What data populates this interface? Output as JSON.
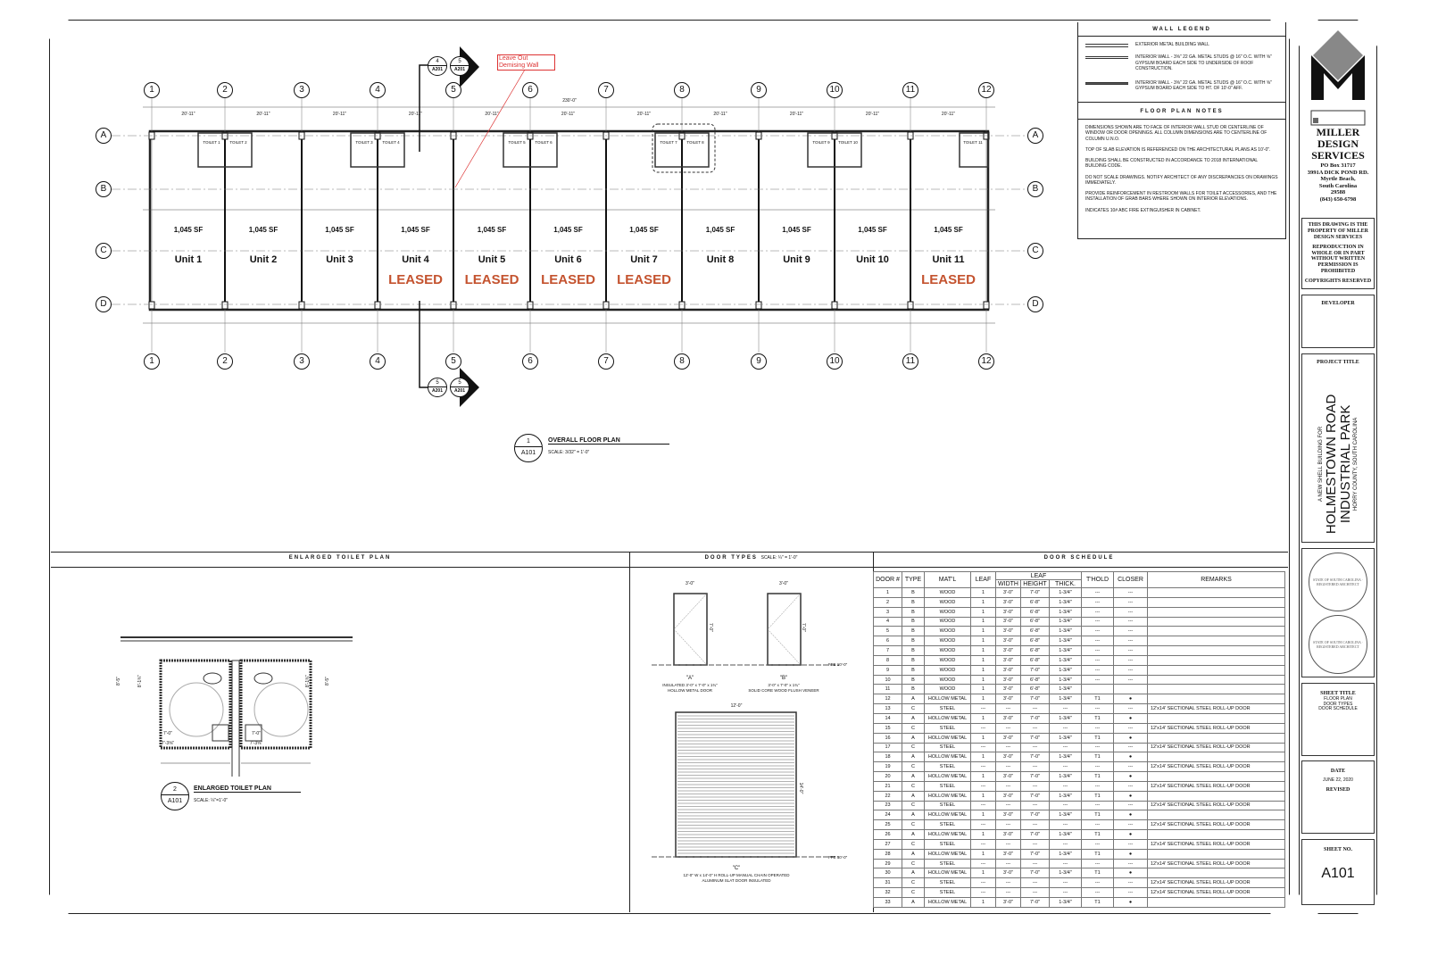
{
  "plan": {
    "grid_columns": [
      "1",
      "2",
      "3",
      "4",
      "5",
      "6",
      "7",
      "8",
      "9",
      "10",
      "11",
      "12"
    ],
    "grid_rows": [
      "A",
      "B",
      "C",
      "D"
    ],
    "overall_dim": "230'-0\"",
    "bay_dim": "20'-11\"",
    "units": [
      {
        "name": "Unit 1",
        "sf": "1,045 SF",
        "status": ""
      },
      {
        "name": "Unit 2",
        "sf": "1,045 SF",
        "status": ""
      },
      {
        "name": "Unit 3",
        "sf": "1,045 SF",
        "status": ""
      },
      {
        "name": "Unit 4",
        "sf": "1,045 SF",
        "status": "LEASED"
      },
      {
        "name": "Unit 5",
        "sf": "1,045 SF",
        "status": "LEASED"
      },
      {
        "name": "Unit 6",
        "sf": "1,045 SF",
        "status": "LEASED"
      },
      {
        "name": "Unit 7",
        "sf": "1,045 SF",
        "status": "LEASED"
      },
      {
        "name": "Unit 8",
        "sf": "1,045 SF",
        "status": ""
      },
      {
        "name": "Unit 9",
        "sf": "1,045 SF",
        "status": ""
      },
      {
        "name": "Unit 10",
        "sf": "1,045 SF",
        "status": ""
      },
      {
        "name": "Unit 11",
        "sf": "1,045 SF",
        "status": "LEASED"
      }
    ],
    "toilets": [
      "TOILET 1",
      "TOILET 2",
      "TOILET 3",
      "TOILET 4",
      "TOILET 5",
      "TOILET 6",
      "TOILET 7",
      "TOILET 8",
      "TOILET 9",
      "TOILET 10",
      "TOILET 11"
    ],
    "markup_note": "Leave Out Demising Wall",
    "section_refs": {
      "top": [
        "4",
        "5"
      ],
      "bottom": [
        "5",
        "5"
      ],
      "sheet": "A201"
    },
    "title": {
      "num": "1",
      "sheet": "A101",
      "name": "OVERALL FLOOR PLAN",
      "scale": "SCALE: 3/32\" = 1'-0\""
    },
    "leased_color": "#c4532f"
  },
  "wall_legend": {
    "title": "WALL LEGEND",
    "items": [
      "EXTERIOR METAL BUILDING WALL",
      "INTERIOR WALL - 3⅝\" 22 GA. METAL STUDS @ 16\" O.C. WITH ⅝\" GYPSUM BOARD EACH SIDE TO UNDERSIDE OF ROOF CONSTRUCTION.",
      "INTERIOR WALL - 3⅝\" 22 GA. METAL STUDS @ 16\" O.C. WITH ⅝\" GYPSUM BOARD EACH SIDE TO HT. OF 10'-0\" AFF."
    ]
  },
  "floor_plan_notes": {
    "title": "FLOOR PLAN NOTES",
    "items": [
      "DIMENSIONS SHOWN ARE TO FACE OF INTERIOR WALL STUD OR CENTERLINE OF WINDOW OR DOOR OPENINGS. ALL COLUMN DIMENSIONS ARE TO CENTERLINE OF COLUMN U.N.O.",
      "TOP OF SLAB ELEVATION IS REFERENCED ON THE ARCHITECTURAL PLANS AS 10'-0\".",
      "BUILDING SHALL BE CONSTRUCTED IN ACCORDANCE TO 2018 INTERNATIONAL BUILDING CODE.",
      "DO NOT SCALE DRAWINGS. NOTIFY ARCHITECT OF ANY DISCREPANCIES ON DRAWINGS IMMEDIATELY.",
      "PROVIDE REINFORCEMENT IN RESTROOM WALLS FOR TOILET ACCESSORIES, AND THE INSTALLATION OF GRAB BARS WHERE SHOWN ON INTERIOR ELEVATIONS.",
      "INDICATES 10# ABC FIRE EXTINGUISHER IN CABINET."
    ]
  },
  "toilet_plan": {
    "header": "ENLARGED TOILET PLAN",
    "num": "2",
    "sheet": "A101",
    "name": "ENLARGED TOILET PLAN",
    "scale": "SCALE: ¼\"=1'-0\"",
    "dims": [
      "7'-0\"",
      "7'-3⅝\"",
      "8'-5\"",
      "8'-1¾\""
    ]
  },
  "door_types": {
    "header": "DOOR TYPES",
    "scale": "SCALE: ¼\" = 1'-0\"",
    "types": [
      {
        "tag": "\"A\"",
        "desc1": "INSULATED 3'-0\" x 7'-0\" x 1¾\"",
        "desc2": "HOLLOW METAL DOOR",
        "w": "3'-0\"",
        "h": "7'-0\""
      },
      {
        "tag": "\"B\"",
        "desc1": "3'-0\" x 7'-0\" x 1¾\"",
        "desc2": "SOLID CORE WOOD FLUSH VENEER",
        "w": "3'-0\"",
        "h": "7'-0\""
      },
      {
        "tag": "\"C\"",
        "desc1": "12'-0\" W x 14'-0\" H ROLL-UP MANUAL CHAIN OPERATED",
        "desc2": "ALUMINUM SLAT DOOR INSULATED",
        "w": "12'-0\"",
        "h": "14'-0\""
      }
    ],
    "ffe": "FFE 10'-0\""
  },
  "door_schedule": {
    "title": "DOOR SCHEDULE",
    "headers": {
      "door": "DOOR #",
      "type": "TYPE",
      "matl": "MAT'L",
      "leaf": "LEAF",
      "leaf_group": "LEAF",
      "width": "WIDTH",
      "height": "HEIGHT",
      "thick": "THICK.",
      "thold": "T'HOLD",
      "closer": "CLOSER",
      "remarks": "REMARKS"
    },
    "rows": [
      [
        "1",
        "B",
        "WOOD",
        "1",
        "3'-0\"",
        "7'-0\"",
        "1-3/4\"",
        "---",
        "---",
        ""
      ],
      [
        "2",
        "B",
        "WOOD",
        "1",
        "3'-0\"",
        "6'-8\"",
        "1-3/4\"",
        "---",
        "---",
        ""
      ],
      [
        "3",
        "B",
        "WOOD",
        "1",
        "3'-0\"",
        "6'-8\"",
        "1-3/4\"",
        "---",
        "---",
        ""
      ],
      [
        "4",
        "B",
        "WOOD",
        "1",
        "3'-0\"",
        "6'-8\"",
        "1-3/4\"",
        "---",
        "---",
        ""
      ],
      [
        "5",
        "B",
        "WOOD",
        "1",
        "3'-0\"",
        "6'-8\"",
        "1-3/4\"",
        "---",
        "---",
        ""
      ],
      [
        "6",
        "B",
        "WOOD",
        "1",
        "3'-0\"",
        "6'-8\"",
        "1-3/4\"",
        "---",
        "---",
        ""
      ],
      [
        "7",
        "B",
        "WOOD",
        "1",
        "3'-0\"",
        "6'-8\"",
        "1-3/4\"",
        "---",
        "---",
        ""
      ],
      [
        "8",
        "B",
        "WOOD",
        "1",
        "3'-0\"",
        "6'-8\"",
        "1-3/4\"",
        "---",
        "---",
        ""
      ],
      [
        "9",
        "B",
        "WOOD",
        "1",
        "3'-0\"",
        "7'-0\"",
        "1-3/4\"",
        "---",
        "---",
        ""
      ],
      [
        "10",
        "B",
        "WOOD",
        "1",
        "3'-0\"",
        "6'-8\"",
        "1-3/4\"",
        "---",
        "---",
        ""
      ],
      [
        "11",
        "B",
        "WOOD",
        "1",
        "3'-0\"",
        "6'-8\"",
        "1-3/4\"",
        "",
        "",
        ""
      ],
      [
        "12",
        "A",
        "HOLLOW METAL",
        "1",
        "3'-0\"",
        "7'-0\"",
        "1-3/4\"",
        "T1",
        "●",
        ""
      ],
      [
        "13",
        "C",
        "STEEL",
        "---",
        "---",
        "---",
        "---",
        "---",
        "---",
        "12'x14' SECTIONAL STEEL ROLL-UP DOOR"
      ],
      [
        "14",
        "A",
        "HOLLOW METAL",
        "1",
        "3'-0\"",
        "7'-0\"",
        "1-3/4\"",
        "T1",
        "●",
        ""
      ],
      [
        "15",
        "C",
        "STEEL",
        "---",
        "---",
        "---",
        "---",
        "---",
        "---",
        "12'x14' SECTIONAL STEEL ROLL-UP DOOR"
      ],
      [
        "16",
        "A",
        "HOLLOW METAL",
        "1",
        "3'-0\"",
        "7'-0\"",
        "1-3/4\"",
        "T1",
        "●",
        ""
      ],
      [
        "17",
        "C",
        "STEEL",
        "---",
        "---",
        "---",
        "---",
        "---",
        "---",
        "12'x14' SECTIONAL STEEL ROLL-UP DOOR"
      ],
      [
        "18",
        "A",
        "HOLLOW METAL",
        "1",
        "3'-0\"",
        "7'-0\"",
        "1-3/4\"",
        "T1",
        "●",
        ""
      ],
      [
        "19",
        "C",
        "STEEL",
        "---",
        "---",
        "---",
        "---",
        "---",
        "---",
        "12'x14' SECTIONAL STEEL ROLL-UP DOOR"
      ],
      [
        "20",
        "A",
        "HOLLOW METAL",
        "1",
        "3'-0\"",
        "7'-0\"",
        "1-3/4\"",
        "T1",
        "●",
        ""
      ],
      [
        "21",
        "C",
        "STEEL",
        "---",
        "---",
        "---",
        "---",
        "---",
        "---",
        "12'x14' SECTIONAL STEEL ROLL-UP DOOR"
      ],
      [
        "22",
        "A",
        "HOLLOW METAL",
        "1",
        "3'-0\"",
        "7'-0\"",
        "1-3/4\"",
        "T1",
        "●",
        ""
      ],
      [
        "23",
        "C",
        "STEEL",
        "---",
        "---",
        "---",
        "---",
        "---",
        "---",
        "12'x14' SECTIONAL STEEL ROLL-UP DOOR"
      ],
      [
        "24",
        "A",
        "HOLLOW METAL",
        "1",
        "3'-0\"",
        "7'-0\"",
        "1-3/4\"",
        "T1",
        "●",
        ""
      ],
      [
        "25",
        "C",
        "STEEL",
        "---",
        "---",
        "---",
        "---",
        "---",
        "---",
        "12'x14' SECTIONAL STEEL ROLL-UP DOOR"
      ],
      [
        "26",
        "A",
        "HOLLOW METAL",
        "1",
        "3'-0\"",
        "7'-0\"",
        "1-3/4\"",
        "T1",
        "●",
        ""
      ],
      [
        "27",
        "C",
        "STEEL",
        "---",
        "---",
        "---",
        "---",
        "---",
        "---",
        "12'x14' SECTIONAL STEEL ROLL-UP DOOR"
      ],
      [
        "28",
        "A",
        "HOLLOW METAL",
        "1",
        "3'-0\"",
        "7'-0\"",
        "1-3/4\"",
        "T1",
        "●",
        ""
      ],
      [
        "29",
        "C",
        "STEEL",
        "---",
        "---",
        "---",
        "---",
        "---",
        "---",
        "12'x14' SECTIONAL STEEL ROLL-UP DOOR"
      ],
      [
        "30",
        "A",
        "HOLLOW METAL",
        "1",
        "3'-0\"",
        "7'-0\"",
        "1-3/4\"",
        "T1",
        "●",
        ""
      ],
      [
        "31",
        "C",
        "STEEL",
        "---",
        "---",
        "---",
        "---",
        "---",
        "---",
        "12'x14' SECTIONAL STEEL ROLL-UP DOOR"
      ],
      [
        "32",
        "C",
        "STEEL",
        "---",
        "---",
        "---",
        "---",
        "---",
        "---",
        "12'x14' SECTIONAL STEEL ROLL-UP DOOR"
      ],
      [
        "33",
        "A",
        "HOLLOW METAL",
        "1",
        "3'-0\"",
        "7'-0\"",
        "1-3/4\"",
        "T1",
        "●",
        ""
      ]
    ]
  },
  "title_block": {
    "company": "MILLER DESIGN SERVICES",
    "address": [
      "PO Box 31717",
      "3991A DICK POND RD.",
      "Myrtle Beach,",
      "South Carolina",
      "29588",
      "(843) 650-6798"
    ],
    "copyright": [
      "THIS DRAWING IS THE PROPERTY OF MILLER DESIGN SERVICES",
      "REPRODUCTION IN WHOLE OR IN PART WITHOUT WRITTEN PERMISSION IS PROHIBITED",
      "COPYRIGHTS RESERVED"
    ],
    "developer_label": "DEVELOPER",
    "project_label": "PROJECT TITLE",
    "project_sub": "A NEW SHELL BUILDING FOR",
    "project_name": "HOLMESTOWN ROAD INDUSTRIAL PARK",
    "project_loc": "HORRY COUNTY, SOUTH CAROLINA",
    "seal1": "STATE OF SOUTH CAROLINA · REGISTERED ARCHITECT",
    "seal2": "STATE OF SOUTH CAROLINA · REGISTERED ARCHITECT",
    "sheet_title_label": "SHEET TITLE",
    "sheet_title": [
      "FLOOR PLAN",
      "DOOR TYPES",
      "DOOR SCHEDULE"
    ],
    "date_label": "DATE",
    "date": "JUNE 22, 2020",
    "revised_label": "REVISED",
    "sheet_no_label": "SHEET NO.",
    "sheet_no": "A101"
  }
}
